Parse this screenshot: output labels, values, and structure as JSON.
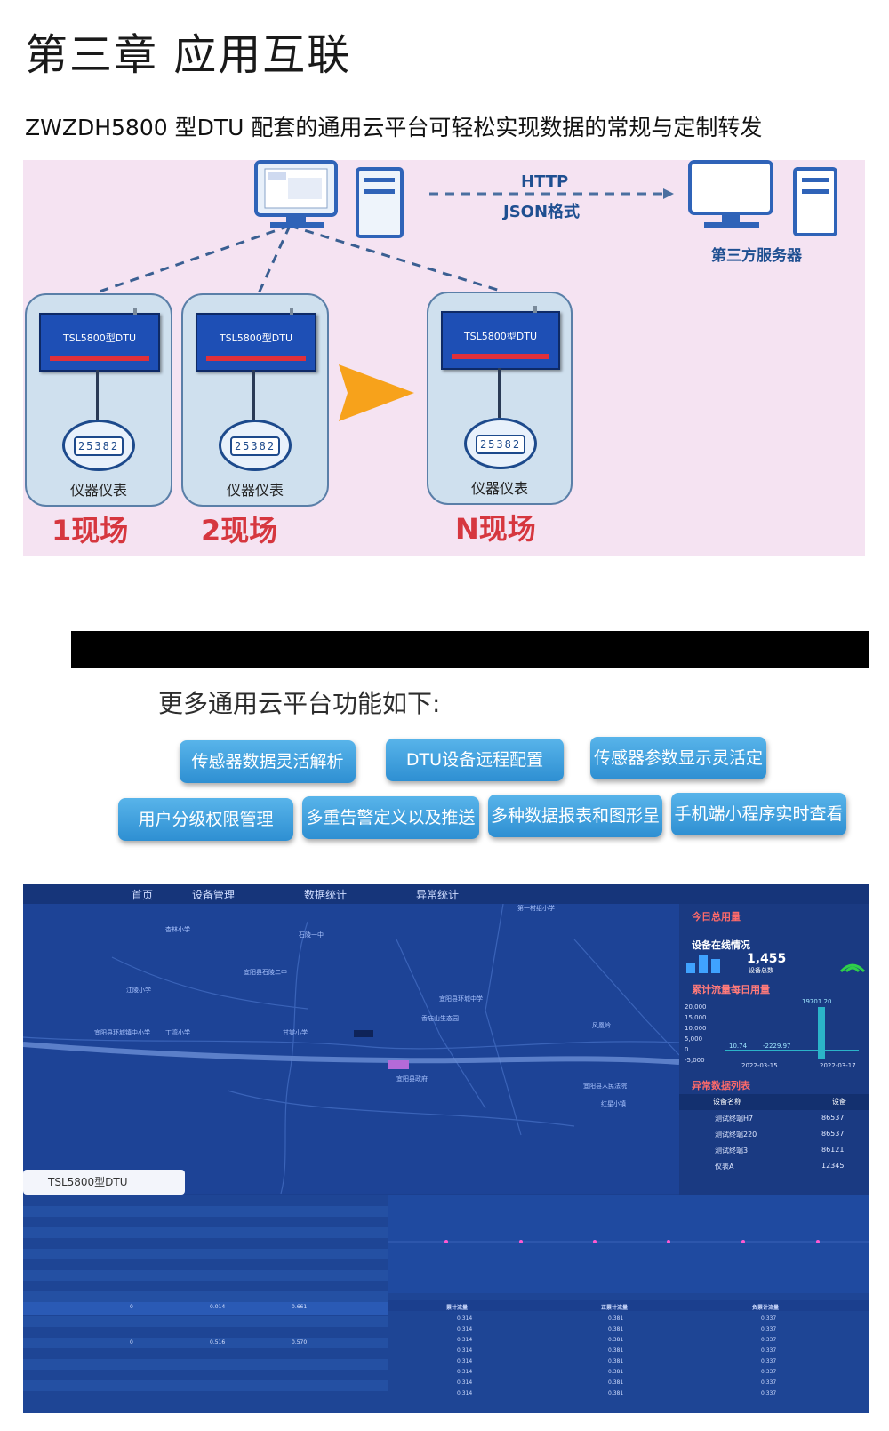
{
  "chapter_title": "第三章  应用互联",
  "subtitle": "ZWZDH5800 型DTU 配套的通用云平台可轻松实现数据的常规与定制转发",
  "diagram": {
    "protocol_line1": "HTTP",
    "protocol_line2": "JSON格式",
    "third_party_label": "第三方服务器",
    "dtu_label": "TSL5800型DTU",
    "meter_digits": "25382",
    "meter_label": "仪器仪表",
    "sites": [
      "1现场",
      "2现场",
      "N现场"
    ]
  },
  "features": {
    "heading": "更多通用云平台功能如下:",
    "row1": [
      "传感器数据灵活解析",
      "DTU设备远程配置",
      "传感器参数显示灵活定义"
    ],
    "row2": [
      "用户分级权限管理",
      "多重告警定义以及推送",
      "多种数据报表和图形呈现",
      "手机端小程序实时查看"
    ]
  },
  "dashboard": {
    "nav": [
      "首页",
      "设备管理",
      "数据统计",
      "异常统计"
    ],
    "map_labels": [
      "第一村组小学",
      "杏林小学",
      "石陵一中",
      "宜阳县石陵二中",
      "江陵小学",
      "宜阳县环城中学",
      "香庙山生态园",
      "风凰岭",
      "甘棠小学",
      "宜阳县环城镇中小学",
      "丁湾小学",
      "宜阳县政府",
      "宜阳县人民法院",
      "红星小镇"
    ],
    "panel": {
      "today_title": "今日总用量",
      "online_title": "设备在线情况",
      "device_count": "1,455",
      "device_count_label": "设备总数",
      "flow_title": "累计流量每日用量",
      "y_ticks": [
        "20,000",
        "15,000",
        "10,000",
        "5,000",
        "0",
        "-5,000"
      ],
      "x_ticks": [
        "2022-03-15",
        "2022-03-17"
      ],
      "annotations": [
        "19701.20",
        "10.74",
        "-2229.97"
      ],
      "abnormal_title": "异常数据列表",
      "col_name": "设备名称",
      "col_id": "设备",
      "rows": [
        {
          "name": "测试终端H7",
          "id": "86537"
        },
        {
          "name": "测试终端220",
          "id": "86537"
        },
        {
          "name": "测试终端3",
          "id": "86121"
        },
        {
          "name": "仪表A",
          "id": "12345"
        }
      ]
    },
    "tab_label": "TSL5800型DTU",
    "table_header": [
      "累计流量",
      "正累计流量",
      "负累计流量"
    ],
    "table_left_values": [
      "0",
      "0.014",
      "0.661",
      "0",
      "0.516",
      "0.570"
    ],
    "table_values": [
      "0.314",
      "0.381",
      "0.337"
    ]
  }
}
